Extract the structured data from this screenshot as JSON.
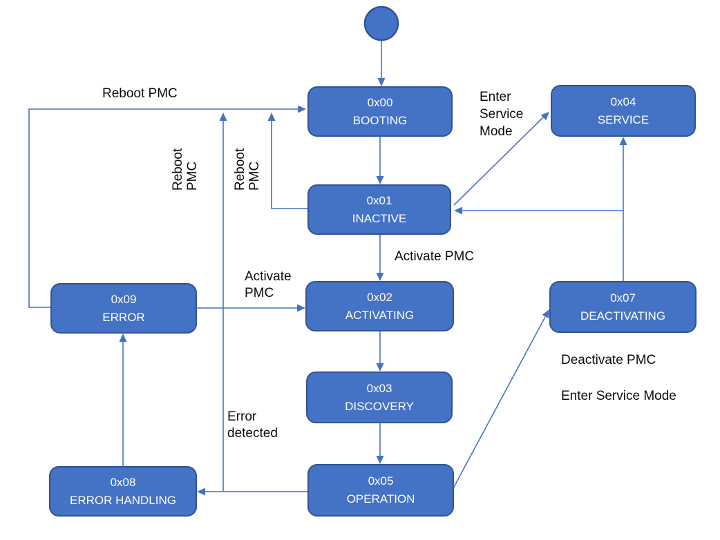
{
  "colors": {
    "node_fill": "#4472C4",
    "node_border": "#2F5496",
    "connector": "#4472C4",
    "node_text": "#FFFFFF",
    "label_text": "#0B0B0B",
    "background": "#FFFFFF"
  },
  "states": [
    {
      "code": "0x00",
      "name": "BOOTING"
    },
    {
      "code": "0x01",
      "name": "INACTIVE"
    },
    {
      "code": "0x02",
      "name": "ACTIVATING"
    },
    {
      "code": "0x03",
      "name": "DISCOVERY"
    },
    {
      "code": "0x04",
      "name": "SERVICE"
    },
    {
      "code": "0x05",
      "name": "OPERATION"
    },
    {
      "code": "0x07",
      "name": "DEACTIVATING"
    },
    {
      "code": "0x08",
      "name": "ERROR HANDLING"
    },
    {
      "code": "0x09",
      "name": "ERROR"
    }
  ],
  "labels": {
    "reboot_pmc_top": "Reboot PMC",
    "reboot_pmc_vertical_left": "Reboot\nPMC",
    "reboot_pmc_vertical_right": "Reboot\nPMC",
    "enter_service_mode_top": "Enter\nService\nMode",
    "activate_pmc_center": "Activate PMC",
    "activate_pmc_left": "Activate\nPMC",
    "error_detected": "Error\ndetected",
    "deactivate_pmc": "Deactivate PMC",
    "enter_service_mode_right": "Enter Service Mode"
  }
}
